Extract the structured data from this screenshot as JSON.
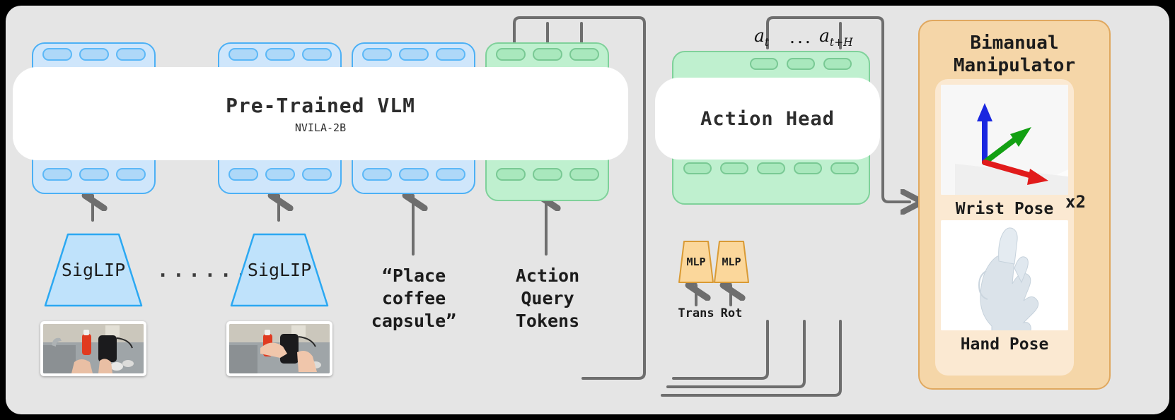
{
  "diagram": {
    "title_vlm": "Pre-Trained VLM",
    "subtitle_vlm": "NVILA-2B",
    "action_head": "Action Head",
    "encoder_label": "SigLIP",
    "encoder_label_2": "SigLIP",
    "ellipsis": "......",
    "prompt_text": "“Place\ncoffee\ncapsule”",
    "prompt_line1": "“Place",
    "prompt_line2": "coffee",
    "prompt_line3": "capsule”",
    "query_line1": "Action",
    "query_line2": "Query",
    "query_line3": "Tokens",
    "mlp_left": "MLP",
    "mlp_right": "MLP",
    "trans_label": "Trans",
    "rot_label": "Rot",
    "action_first": "a",
    "action_first_sub": "t",
    "action_ellipsis": "...",
    "action_last": "a",
    "action_last_sub": "t+H",
    "manipulator_title_line1": "Bimanual",
    "manipulator_title_line2": "Manipulator",
    "wrist_pose_label": "Wrist Pose",
    "hand_pose_label": "Hand Pose",
    "multiplier": "x2"
  },
  "token_blocks": [
    {
      "name": "image-tokens-1",
      "color": "blue",
      "count": 3
    },
    {
      "name": "image-tokens-2",
      "color": "blue",
      "count": 3
    },
    {
      "name": "text-tokens",
      "color": "blue",
      "count": 3
    },
    {
      "name": "action-query-tokens",
      "color": "green",
      "count": 3
    }
  ],
  "action_head_tokens": {
    "top_count": 3,
    "bottom_count": 5
  },
  "colors": {
    "canvas": "#e5e5e5",
    "blue_fill": "#cfe6fb",
    "blue_stroke": "#4cb0f5",
    "green_fill": "#bff0cf",
    "green_stroke": "#7fd19a",
    "orange_fill": "#f5d6a8",
    "orange_stroke": "#e0a85f",
    "orange_inner": "#fbe9d2",
    "mlp_fill": "#fbd79b",
    "mlp_stroke": "#d99a34",
    "wire": "#6e6e6e",
    "text": "#1c1c1c",
    "axis_x": "#e11b1b",
    "axis_y": "#12a012",
    "axis_z": "#1a27e0"
  }
}
